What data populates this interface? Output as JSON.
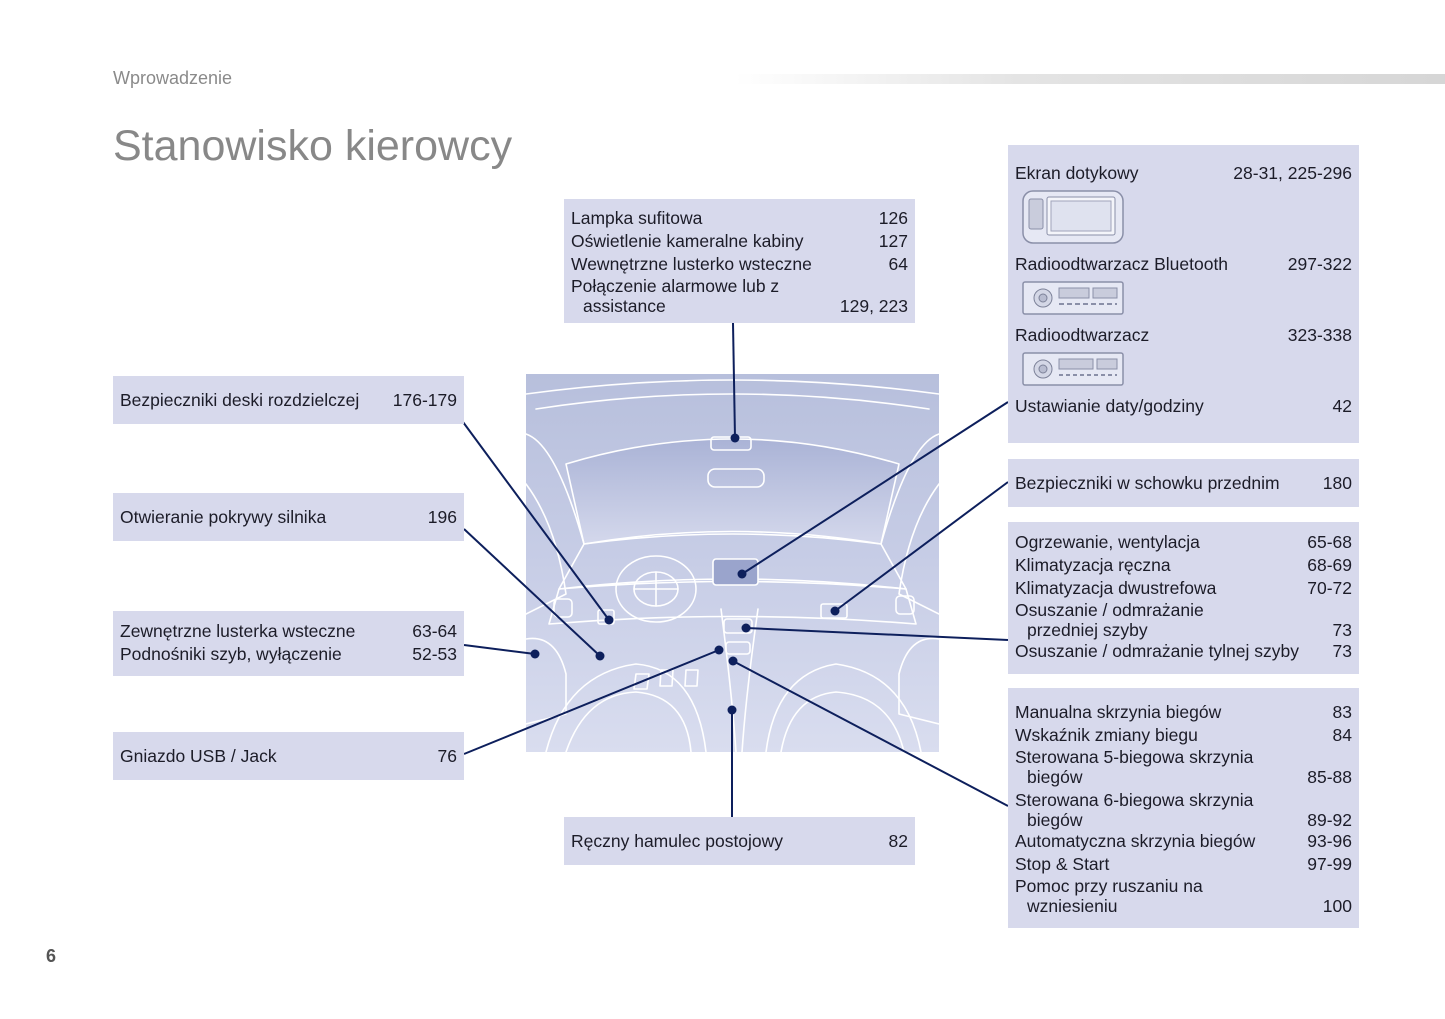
{
  "header": {
    "section": "Wprowadzenie"
  },
  "title": "Stanowisko kierowcy",
  "page_number": "6",
  "boxes": {
    "overhead": [
      {
        "label": "Lampka sufitowa",
        "page": "126"
      },
      {
        "label": "Oświetlenie kameralne kabiny",
        "page": "127"
      },
      {
        "label": "Wewnętrzne lusterko wsteczne",
        "page": "64"
      },
      {
        "label": "Połączenie alarmowe lub z",
        "page": ""
      },
      {
        "label": "assistance",
        "page": "129, 223"
      }
    ],
    "dash_fuses": {
      "label": "Bezpieczniki deski rozdzielczej",
      "page": "176-179"
    },
    "bonnet": {
      "label": "Otwieranie pokrywy silnika",
      "page": "196"
    },
    "mirrors": [
      {
        "label": "Zewnętrzne lusterka wsteczne",
        "page": "63-64"
      },
      {
        "label": "Podnośniki szyb, wyłączenie",
        "page": "52-53"
      }
    ],
    "usb": {
      "label": "Gniazdo USB / Jack",
      "page": "76"
    },
    "handbrake": {
      "label": "Ręczny hamulec postojowy",
      "page": "82"
    },
    "audio": {
      "touchscreen": {
        "label": "Ekran dotykowy",
        "page": "28-31, 225-296"
      },
      "bt_radio": {
        "label": "Radioodtwarzacz Bluetooth",
        "page": "297-322"
      },
      "radio": {
        "label": "Radioodtwarzacz",
        "page": "323-338"
      },
      "datetime": {
        "label": "Ustawianie daty/godziny",
        "page": "42"
      }
    },
    "glovebox_fuses": {
      "label": "Bezpieczniki w schowku przednim",
      "page": "180"
    },
    "climate": [
      {
        "label": "Ogrzewanie, wentylacja",
        "page": "65-68"
      },
      {
        "label": "Klimatyzacja ręczna",
        "page": "68-69"
      },
      {
        "label": "Klimatyzacja dwustrefowa",
        "page": "70-72"
      },
      {
        "label": "Osuszanie / odmrażanie",
        "page": ""
      },
      {
        "label": "przedniej szyby",
        "page": "73"
      },
      {
        "label": "Osuszanie / odmrażanie tylnej szyby",
        "page": "73"
      }
    ],
    "gearbox": [
      {
        "label": "Manualna skrzynia biegów",
        "page": "83"
      },
      {
        "label": "Wskaźnik zmiany biegu",
        "page": "84"
      },
      {
        "label": "Sterowana 5-biegowa skrzynia",
        "page": ""
      },
      {
        "label": "biegów",
        "page": "85-88"
      },
      {
        "label": "Sterowana 6-biegowa skrzynia",
        "page": ""
      },
      {
        "label": "biegów",
        "page": "89-92"
      },
      {
        "label": "Automatyczna skrzynia biegów",
        "page": "93-96"
      },
      {
        "label": "Stop & Start",
        "page": "97-99"
      },
      {
        "label": "Pomoc przy ruszaniu na",
        "page": ""
      },
      {
        "label": "wzniesieniu",
        "page": "100"
      }
    ]
  },
  "colors": {
    "box_bg": "#d7d9ec",
    "line": "#0d1f5c",
    "title": "#888888"
  }
}
